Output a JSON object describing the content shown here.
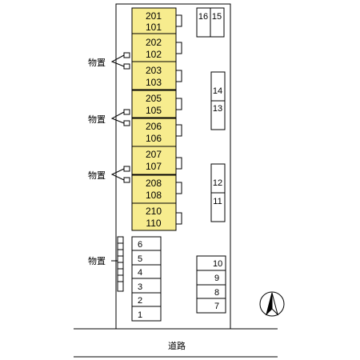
{
  "site": {
    "road_label": "道路"
  },
  "units": [
    {
      "upper": "201",
      "lower": "101"
    },
    {
      "upper": "202",
      "lower": "102"
    },
    {
      "upper": "203",
      "lower": "103"
    },
    {
      "upper": "205",
      "lower": "105"
    },
    {
      "upper": "206",
      "lower": "106"
    },
    {
      "upper": "207",
      "lower": "107"
    },
    {
      "upper": "208",
      "lower": "108"
    },
    {
      "upper": "210",
      "lower": "110"
    }
  ],
  "storage_label": "物置",
  "parking": {
    "left_column": [
      "6",
      "5",
      "4",
      "3",
      "2",
      "1"
    ],
    "right_top_pair": [
      "16",
      "15"
    ],
    "right_singles": [
      "14",
      "13",
      "12",
      "11"
    ],
    "right_bottom_column": [
      "10",
      "9",
      "8",
      "7"
    ]
  },
  "colors": {
    "unit_fill": "#f7ec8e",
    "outline": "#000000"
  },
  "icons": {
    "north": "north-arrow-icon"
  }
}
